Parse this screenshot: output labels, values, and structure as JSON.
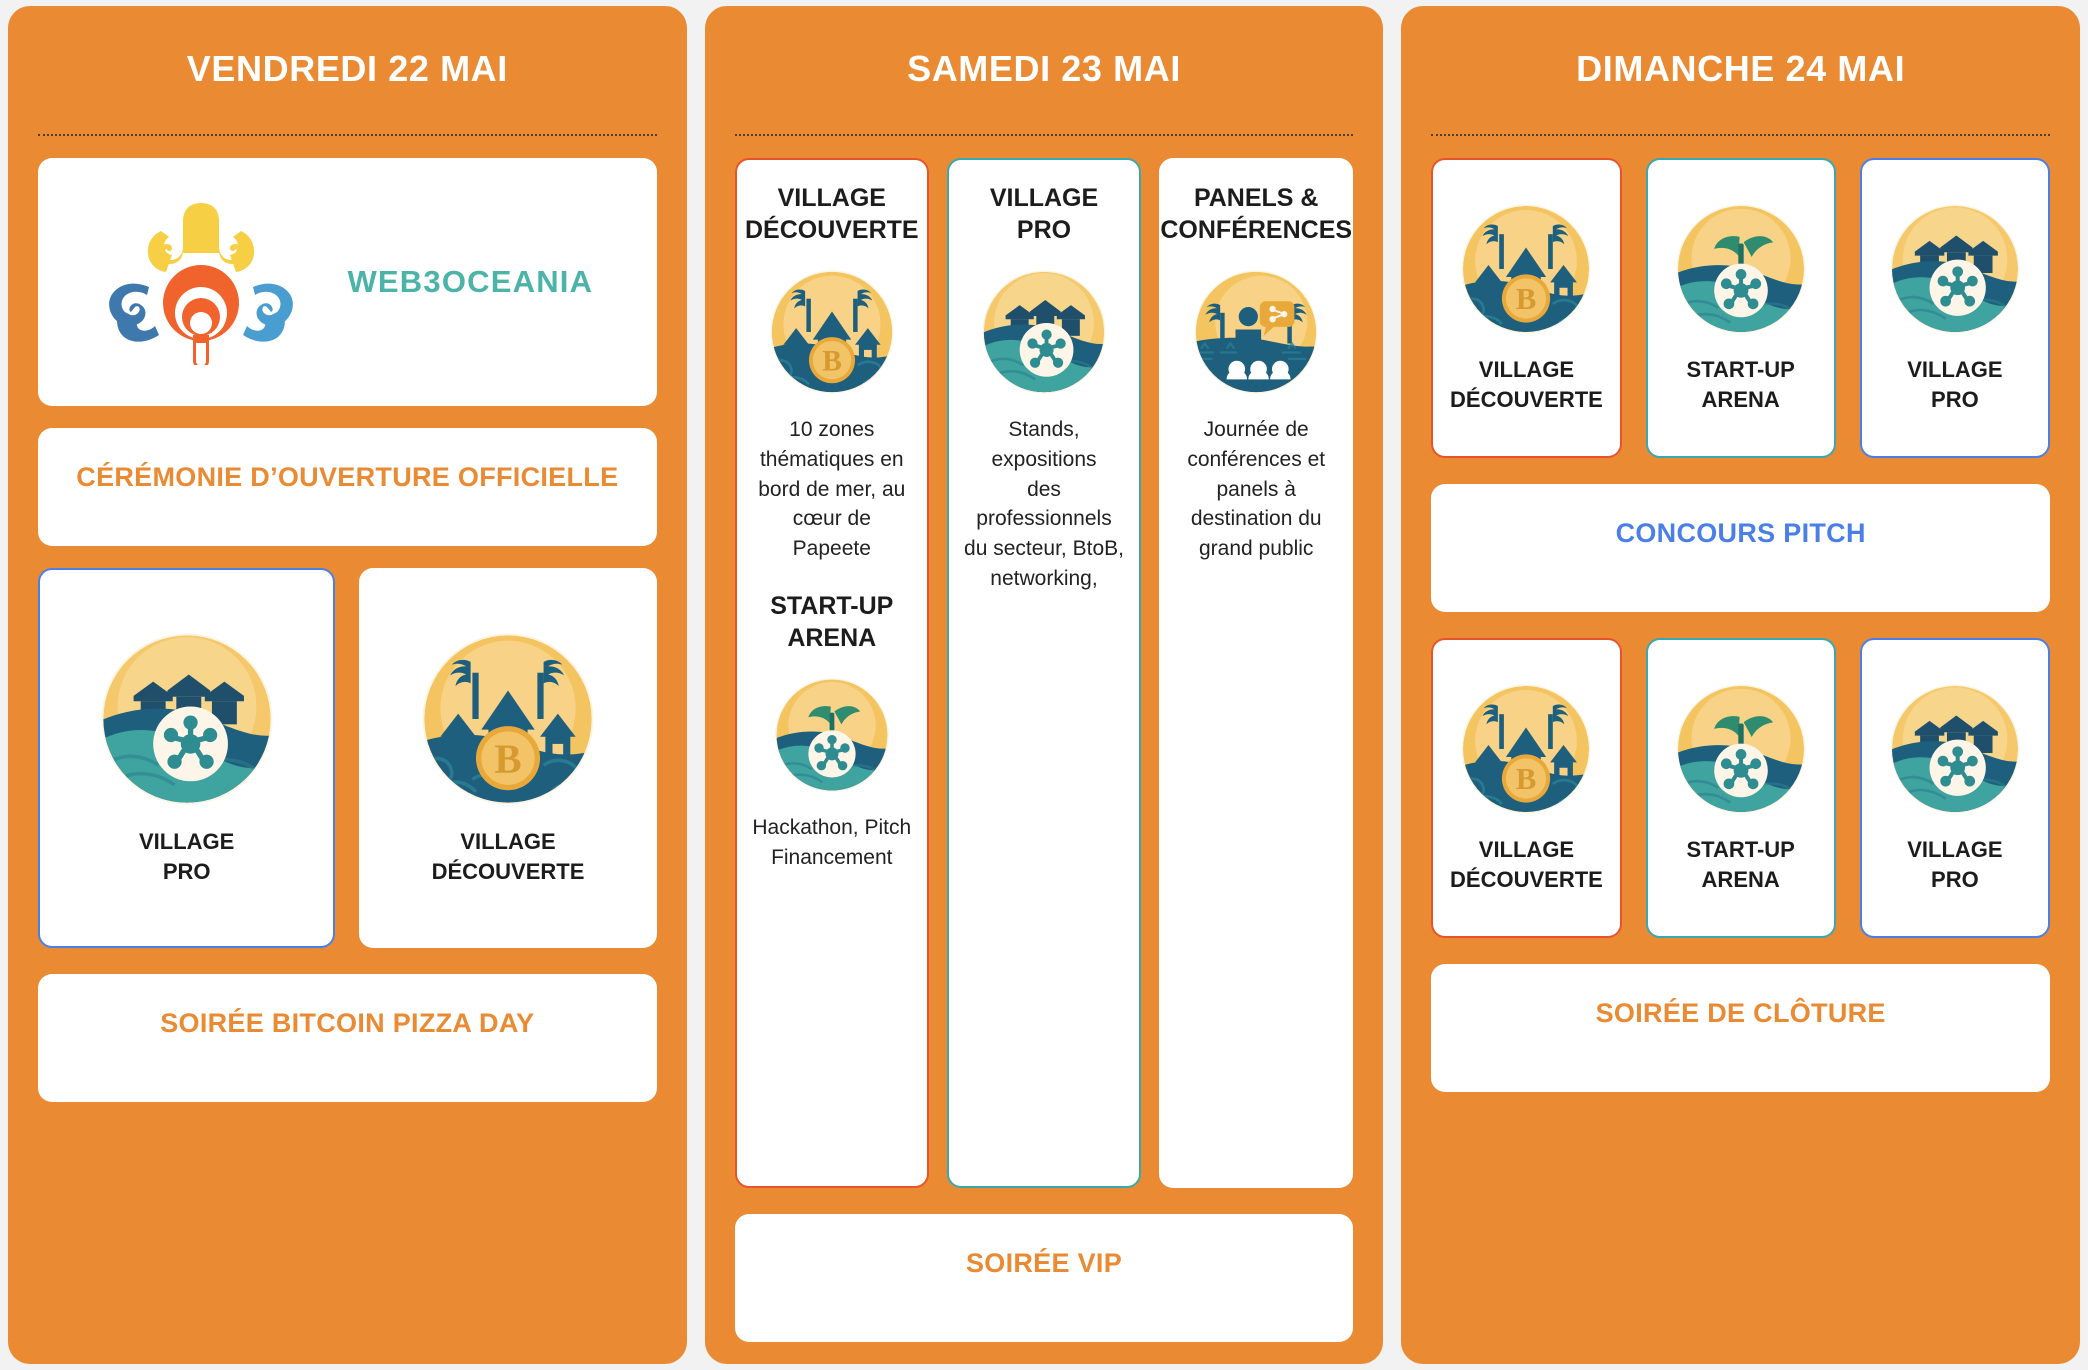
{
  "days": [
    {
      "title": "VENDREDI 22 MAI",
      "brand": "WEB3OCEANIA",
      "ceremony": "CÉRÉMONIE D’OUVERTURE OFFICIELLE",
      "tiles": [
        {
          "label": "VILLAGE\nPRO",
          "icon": "village-pro",
          "border": "blue"
        },
        {
          "label": "VILLAGE\nDÉCOUVERTE",
          "icon": "village-decouverte",
          "border": "none"
        }
      ],
      "evening": "SOIRÉE BITCOIN PIZZA DAY"
    },
    {
      "title": "SAMEDI 23 MAI",
      "panels": [
        {
          "title": "VILLAGE\nDÉCOUVERTE",
          "icon": "village-decouverte",
          "border": "red",
          "desc": "10 zones\nthématiques en\nbord de mer, au\ncœur de Papeete",
          "sub": "START-UP\nARENA",
          "sub_icon": "start-up-arena",
          "sub_desc": "Hackathon, Pitch\nFinancement"
        },
        {
          "title": "VILLAGE\nPRO",
          "icon": "village-pro",
          "border": "teal",
          "desc": "Stands, expositions\ndes professionnels\ndu secteur, BtoB,\nnetworking,"
        },
        {
          "title": "PANELS &\nCONFÉRENCES",
          "icon": "panels-conferences",
          "border": "none",
          "desc": "Journée de\nconférences et\npanels à\ndestination du\ngrand public"
        }
      ],
      "evening": "SOIRÉE VIP"
    },
    {
      "title": "DIMANCHE 24 MAI",
      "tiles_top": [
        {
          "label": "VILLAGE\nDÉCOUVERTE",
          "icon": "village-decouverte",
          "border": "red"
        },
        {
          "label": "START-UP\nARENA",
          "icon": "start-up-arena",
          "border": "teal"
        },
        {
          "label": "VILLAGE\nPRO",
          "icon": "village-pro",
          "border": "blue"
        }
      ],
      "pitch": "CONCOURS PITCH",
      "tiles_bottom": [
        {
          "label": "VILLAGE\nDÉCOUVERTE",
          "icon": "village-decouverte",
          "border": "red"
        },
        {
          "label": "START-UP\nARENA",
          "icon": "start-up-arena",
          "border": "teal"
        },
        {
          "label": "VILLAGE\nPRO",
          "icon": "village-pro",
          "border": "blue"
        }
      ],
      "evening": "SOIRÉE DE CLÔTURE"
    }
  ],
  "colors": {
    "day_background": "#ea8a33",
    "card_background": "#ffffff",
    "brand_teal": "#4bb3a8",
    "accent_orange": "#ea8a33",
    "accent_blue": "#4a7fe8",
    "border_red": "#e8542a",
    "border_teal": "#3aa8ae"
  }
}
